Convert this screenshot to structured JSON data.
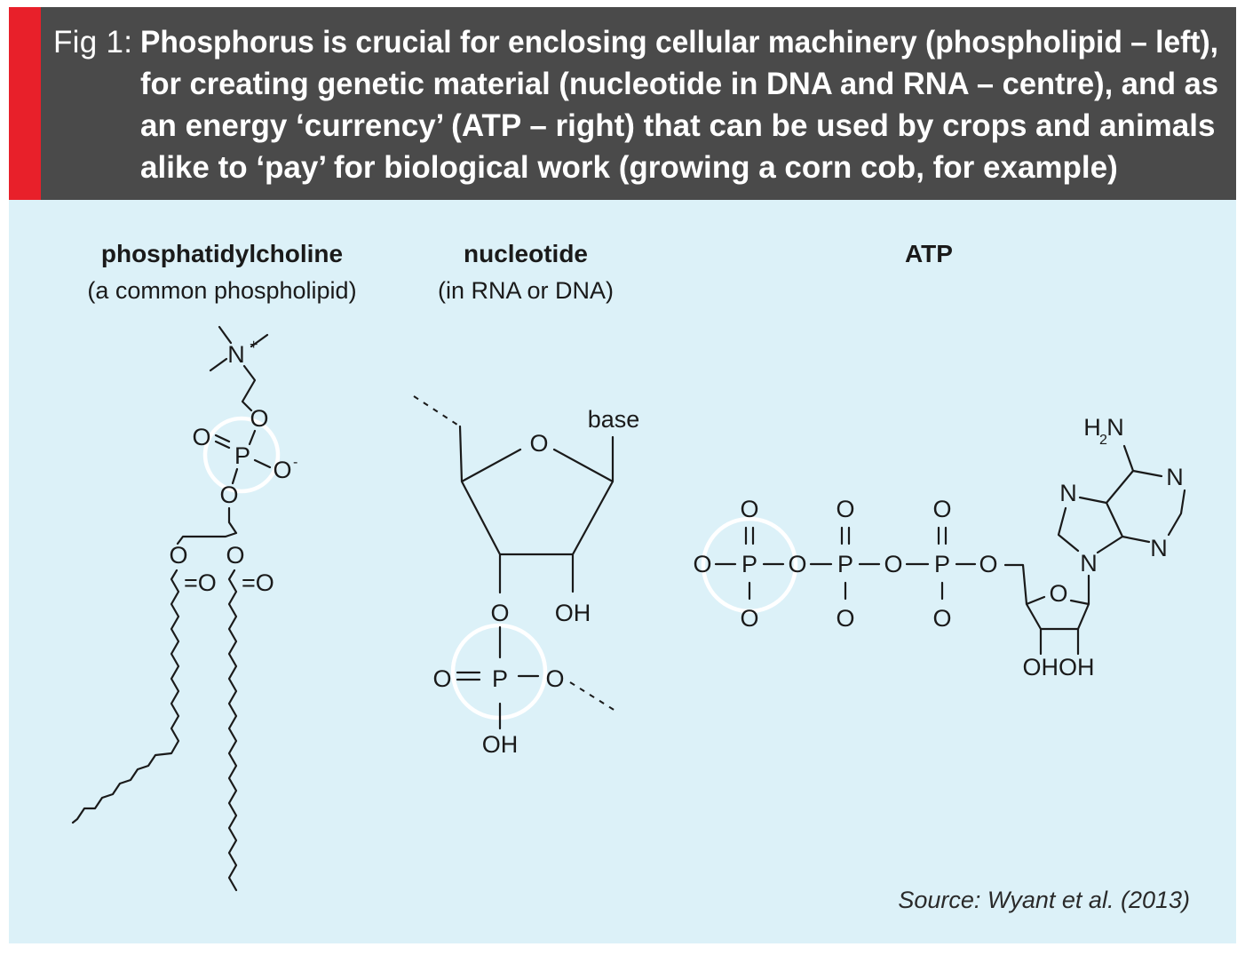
{
  "header": {
    "fig_label": "Fig 1:",
    "caption_lines": [
      "Phosphorus is crucial for enclosing cellular machinery (phospholipid – left),",
      "for creating genetic material (nucleotide in DNA and RNA – centre), and as",
      "an energy ‘currency’ (ATP – right) that can be used by crops and animals",
      "alike to ‘pay’ for biological work (growing a corn cob, for example)"
    ]
  },
  "molecules": {
    "phospholipid": {
      "title": "phosphatidylcholine",
      "subtitle": "(a common phospholipid)"
    },
    "nucleotide": {
      "title": "nucleotide",
      "subtitle": "(in RNA or DNA)"
    },
    "atp": {
      "title": "ATP"
    }
  },
  "atoms": {
    "O": "O",
    "P": "P",
    "N": "N",
    "OH": "OH",
    "H": "H",
    "two": "2",
    "plus": "+",
    "minus": "-",
    "base": "base",
    "eqO": "=O",
    "ohoh": "OHOH"
  },
  "source": "Source: Wyant et al. (2013)",
  "colors": {
    "accent": "#e8202a",
    "header_bg": "#4a4a4a",
    "panel_bg": "#dcf1f8",
    "highlight_ring": "#ffffff"
  }
}
